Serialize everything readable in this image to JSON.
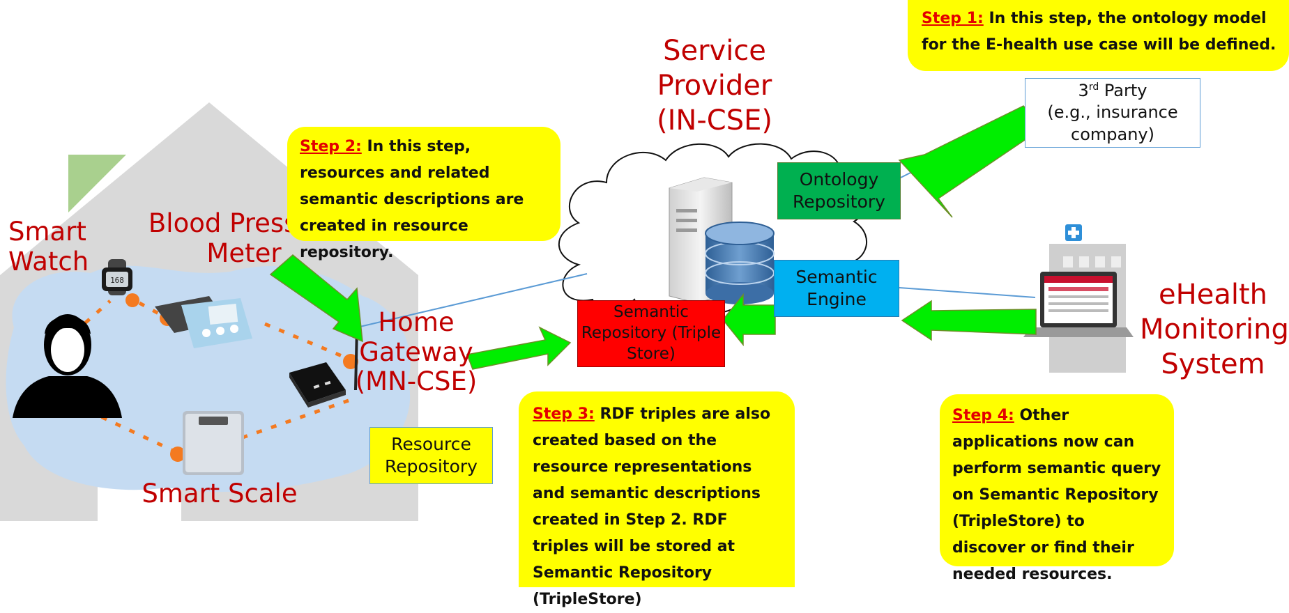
{
  "labels": {
    "smart_watch": "Smart Watch",
    "blood_pressure_meter": "Blood Pressure Meter",
    "home_gateway": "Home Gateway (MN-CSE)",
    "smart_scale": "Smart Scale",
    "service_provider": "Service Provider (IN-CSE)",
    "ehealth": "eHealth Monitoring System"
  },
  "boxes": {
    "resource_repository": "Resource Repository",
    "ontology_repository": "Ontology Repository",
    "semantic_engine": "Semantic Engine",
    "semantic_repository": "Semantic Repository (Triple Store)",
    "third_party_sup": "rd",
    "third_party_line1_rest": " Party",
    "third_party_num": "3",
    "third_party_line2": "(e.g., insurance company)"
  },
  "steps": {
    "step1": {
      "tag": "Step 1:",
      "text": " In this step, the ontology model for the E-health use case will be defined."
    },
    "step2": {
      "tag": "Step 2:",
      "text": " In this step, resources and related semantic descriptions are created in resource repository."
    },
    "step3": {
      "tag": "Step 3:",
      "text": "  RDF triples are also created based on the resource representations and semantic descriptions created in Step 2. RDF triples will be stored at Semantic Repository (TripleStore)"
    },
    "step4": {
      "tag": "Step 4:",
      "text": " Other applications now can perform semantic query on Semantic Repository (TripleStore) to discover or find their needed resources."
    }
  },
  "device_screens": {
    "watch_display": "168"
  },
  "colors": {
    "label_red": "#c00000",
    "callout_yellow": "#ffff00",
    "arrow_green": "#00ee00",
    "ontology_green": "#00b050",
    "engine_blue": "#00b0f0",
    "repository_red": "#ff0000",
    "home_gray": "#d9d9d9",
    "home_network_blue": "#c5dbf2",
    "dot_orange": "#f47a20"
  }
}
